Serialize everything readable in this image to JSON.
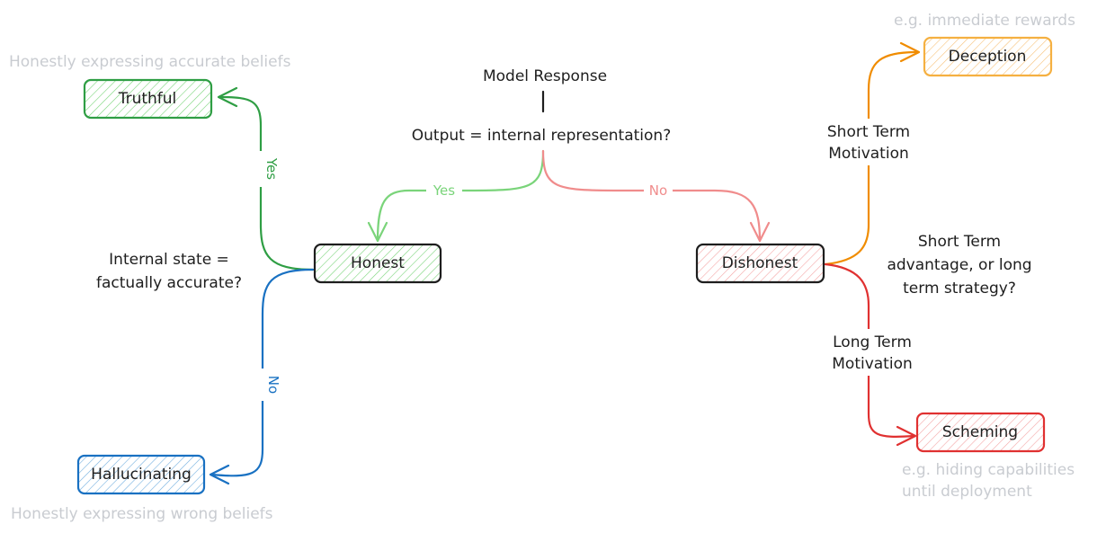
{
  "question": {
    "title": "Model Response",
    "text": "Output = internal representation?"
  },
  "nodes": {
    "honest": "Honest",
    "dishonest": "Dishonest",
    "truthful": "Truthful",
    "hallucinating": "Hallucinating",
    "deception": "Deception",
    "scheming": "Scheming"
  },
  "edges": {
    "yes_main": "Yes",
    "no_main": "No",
    "yes_left": "Yes",
    "no_left": "No"
  },
  "left_question": [
    "Internal state =",
    "factually accurate?"
  ],
  "right_question": [
    "Short Term",
    "advantage, or long",
    "term strategy?"
  ],
  "short_term": [
    "Short Term",
    "Motivation"
  ],
  "long_term": [
    "Long Term",
    "Motivation"
  ],
  "notes": {
    "truthful": "Honestly expressing accurate beliefs",
    "hallucinating": "Honestly expressing wrong beliefs",
    "deception": "e.g. immediate rewards",
    "scheming": [
      "e.g. hiding capabilities",
      "until deployment"
    ]
  },
  "colors": {
    "green_light": "#7ad47a",
    "green_dark": "#2f9e44",
    "red_light": "#f08c8c",
    "red": "#e03131",
    "blue": "#1971c2",
    "orange": "#f08c00",
    "orange_light": "#f5b041",
    "stroke": "#1e1e1e",
    "faint": "#c9ccd1"
  }
}
